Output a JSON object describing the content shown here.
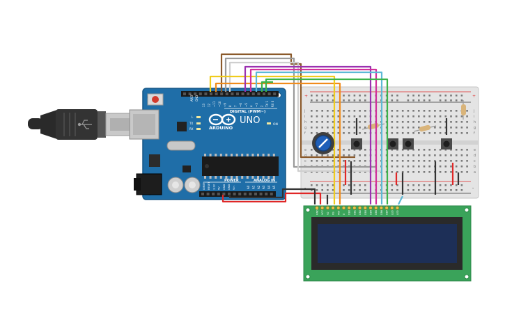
{
  "arduino": {
    "board_name": "UNO",
    "brand": "ARDUINO",
    "digital_header_label": "DIGITAL (PWM~)",
    "power_label": "POWER",
    "analog_label": "ANALOG IN",
    "on_label": "ON",
    "tx_label": "TX",
    "rx_label": "RX",
    "l_label": "L",
    "aref_label": "AREF",
    "gnd_label": "GND",
    "digital_pins": [
      "13",
      "12",
      "~11",
      "~10",
      "~9",
      "8",
      "7",
      "~6",
      "~5",
      "4",
      "~3",
      "2",
      "TX 1",
      "RX 0"
    ],
    "power_pins": [
      "IOREF",
      "RESET",
      "3.3V",
      "5V",
      "GND",
      "GND",
      "Vin"
    ],
    "analog_pins": [
      "A0",
      "A1",
      "A2",
      "A3",
      "A4",
      "A5"
    ]
  },
  "breadboard": {
    "row_letters_top": [
      "j",
      "i",
      "h",
      "g",
      "f"
    ],
    "row_letters_bottom": [
      "e",
      "d",
      "c",
      "b",
      "a"
    ],
    "plus_label": "+",
    "minus_label": "-"
  },
  "lcd": {
    "pin_labels": [
      "GND",
      "VCC",
      "V0",
      "RS",
      "RW",
      "E",
      "DB0",
      "DB1",
      "DB2",
      "DB3",
      "DB4",
      "DB5",
      "DB6",
      "DB7",
      "LED",
      "LED"
    ]
  },
  "colors": {
    "arduino_board": "#1f6ea8",
    "breadboard": "#e4e4e4",
    "lcd_board": "#3aa35a",
    "lcd_screen": "#1d2f57",
    "usb_cable": "#2a2a2a",
    "wire_red": "#e02727",
    "wire_black": "#333333",
    "wire_orange": "#f08c1c",
    "wire_yellow": "#f0cc1c",
    "wire_brown": "#8b5a2b",
    "wire_purple": "#9b30b0",
    "wire_magenta": "#d1309c",
    "wire_green": "#3bb34a",
    "wire_cyan": "#5cb9d6",
    "wire_gray": "#9a9a9a",
    "wire_white": "#e8e8e8"
  }
}
